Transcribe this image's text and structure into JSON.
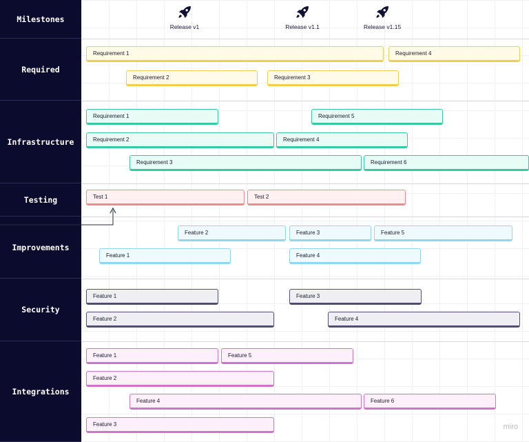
{
  "lanes": {
    "milestones": "Milestones",
    "required": "Required",
    "infrastructure": "Infrastructure",
    "testing": "Testing",
    "improvements": "Improvements",
    "security": "Security",
    "integrations": "Integrations"
  },
  "milestones": [
    "Release v1",
    "Release v1.1",
    "Release v1.15"
  ],
  "milestone_icon": "rocket-icon",
  "required": [
    "Requirement 1",
    "Requirement 4",
    "Requirement 2",
    "Requirement 3"
  ],
  "infrastructure": [
    "Requirement 1",
    "Requirement 5",
    "Requirement 2",
    "Requirement 4",
    "Requirement 3",
    "Requirement 6"
  ],
  "testing": [
    "Test 1",
    "Test 2"
  ],
  "improvements": [
    "Feature 2",
    "Feature 3",
    "Feature 5",
    "Feature 1",
    "Feature 4"
  ],
  "security": [
    "Feature 1",
    "Feature 3",
    "Feature 2",
    "Feature 4"
  ],
  "integrations": [
    "Feature 1",
    "Feature 5",
    "Feature 2",
    "Feature 4",
    "Feature 6",
    "Feature 3"
  ],
  "colors": {
    "lane_bg": "#0b0b2e",
    "required": "#f2cf4a",
    "infrastructure": "#37c9a2",
    "testing": "#ef8a90",
    "improvements": "#8fd6f1",
    "security": "#4f4f6d",
    "integrations": "#d372cb"
  },
  "brand": "miro"
}
